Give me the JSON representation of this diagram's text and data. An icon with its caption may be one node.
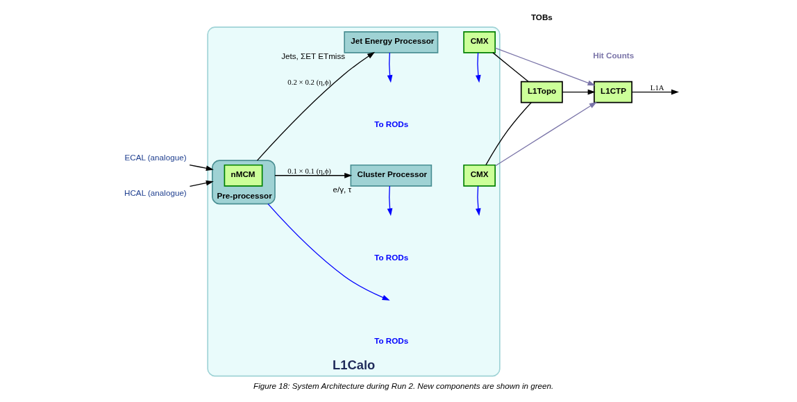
{
  "diagram": {
    "caption": "Figure 18: System Architecture during Run 2. New components are shown in green.",
    "nodes": [
      {
        "text": [
          "L1Calo"
        ]
      },
      {
        "text": [
          "ECAL (analogue)"
        ]
      },
      {
        "text": [
          "HCAL (analogue)"
        ]
      },
      {
        "text": [
          "Pre-processor"
        ],
        "in": 0
      },
      {
        "text": [
          "nMCM"
        ],
        "in": 3
      },
      {
        "text": [
          "Jet Energy Processor"
        ],
        "in": 0,
        "beside": [
          "Jets, ΣET ETmiss"
        ]
      },
      {
        "text": [
          "CMX"
        ],
        "in": 0
      },
      {
        "text": [
          "Cluster Processor"
        ],
        "in": 0,
        "beside": [
          "e/γ, τ"
        ]
      },
      {
        "text": [
          "CMX"
        ],
        "in": 0
      },
      {
        "text": [
          "L1Topo"
        ]
      },
      {
        "text": [
          "L1CTP"
        ]
      }
    ],
    "edges": [
      {
        "from": 1,
        "to": 3,
        "arrow": "to"
      },
      {
        "from": 2,
        "to": 3,
        "arrow": "to"
      },
      {
        "from": 3,
        "to": 5,
        "arrow": "to",
        "label": "0.2 × 0.2 (η,ϕ)"
      },
      {
        "from": 3,
        "to": 7,
        "arrow": "to",
        "label": "0.1 × 0.1 (η,ϕ)"
      },
      {
        "from": 6,
        "to": 9,
        "arrow": "none"
      },
      {
        "from": 8,
        "to": 9,
        "arrow": "none"
      },
      {
        "from": 9,
        "to": 10,
        "arrow": "to"
      },
      {
        "from": 6,
        "to": 10,
        "arrow": "to",
        "color": "#7a74a8"
      },
      {
        "from": 8,
        "to": 10,
        "arrow": "to",
        "color": "#7a74a8"
      },
      {
        "from": 10,
        "to": null,
        "arrow": "to",
        "label": "L1A"
      },
      {
        "from": 3,
        "to": null,
        "arrow": "to",
        "color": "#0000ff"
      },
      {
        "from": 5,
        "to": null,
        "arrow": "to",
        "color": "#0000ff"
      },
      {
        "from": 6,
        "to": null,
        "arrow": "to",
        "color": "#0000ff"
      },
      {
        "from": 7,
        "to": null,
        "arrow": "to",
        "color": "#0000ff"
      },
      {
        "from": 8,
        "to": null,
        "arrow": "to",
        "color": "#0000ff"
      }
    ],
    "labels": [
      "TOBs",
      "Hit Counts",
      "To RODs",
      "To RODs",
      "To RODs"
    ]
  }
}
